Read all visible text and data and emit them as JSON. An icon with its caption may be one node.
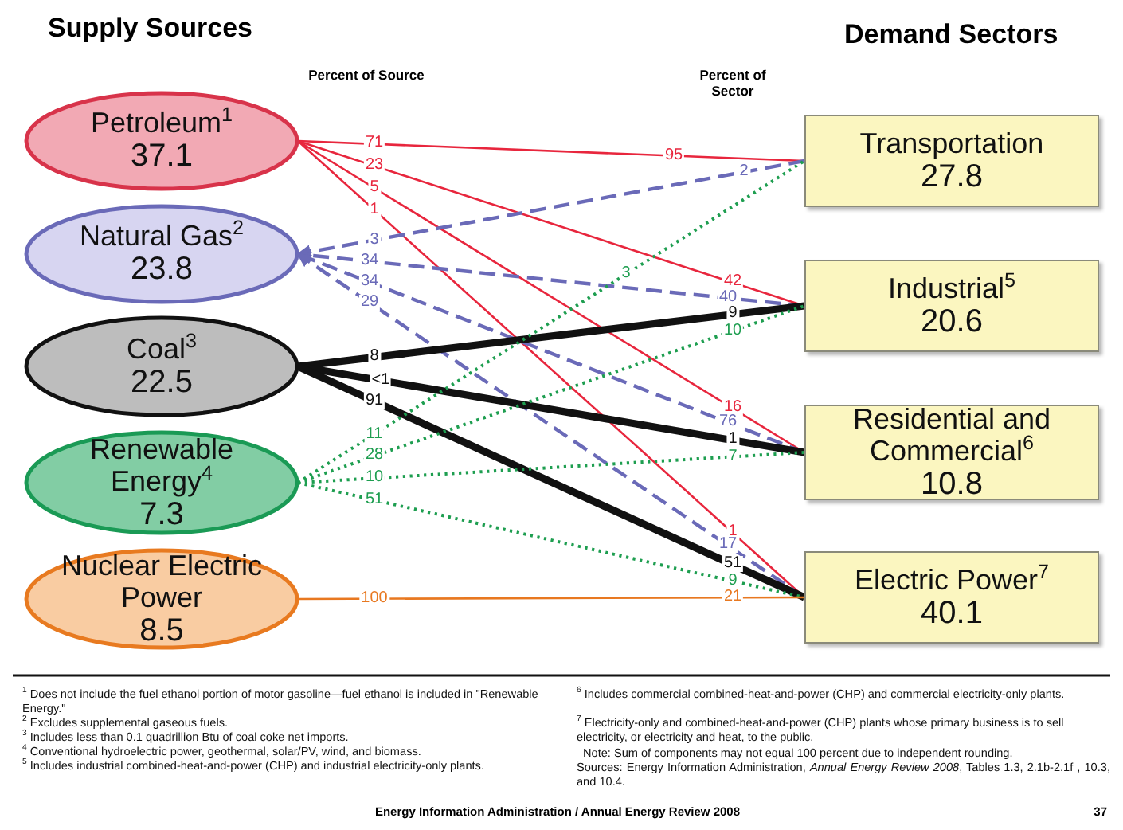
{
  "diagram": {
    "nodes": [
      {
        "text": [
          "Petroleum$^{1}$",
          "37.1"
        ]
      },
      {
        "text": [
          "Natural Gas$^{2}$",
          "23.8"
        ]
      },
      {
        "text": [
          "Coal$^{3}$",
          "22.5"
        ]
      },
      {
        "text": [
          "Renewable Energy$^{4}$",
          "7.3"
        ]
      },
      {
        "text": [
          "Nuclear Electric Power",
          "8.5"
        ]
      },
      {
        "text": [
          "Transportation",
          "27.8"
        ]
      },
      {
        "text": [
          "Industrial$^{5}$",
          "20.6"
        ]
      },
      {
        "text": [
          "Residential and Commercial$^{6}$",
          "10.8"
        ]
      },
      {
        "text": [
          "Electric Power$^{7}$",
          "40.1"
        ]
      }
    ],
    "edges": [
      {
        "from": 0,
        "to": 5,
        "arrow": "none",
        "label": "71",
        "color": "#e8263d"
      },
      {
        "from": 0,
        "to": 6,
        "arrow": "none",
        "label": "23",
        "color": "#e8263d"
      },
      {
        "from": 0,
        "to": 7,
        "arrow": "none",
        "label": "5",
        "color": "#e8263d"
      },
      {
        "from": 0,
        "to": 8,
        "arrow": "none",
        "label": "1",
        "color": "#e8263d"
      },
      {
        "from": 5,
        "to": 1,
        "arrow": "to",
        "label": "3",
        "style": "dashed",
        "color": "#6a6ab8"
      },
      {
        "from": 6,
        "to": 1,
        "arrow": "to",
        "label": "34",
        "style": "dashed",
        "color": "#6a6ab8"
      },
      {
        "from": 7,
        "to": 1,
        "arrow": "to",
        "label": "34",
        "style": "dashed",
        "color": "#6a6ab8"
      },
      {
        "from": 8,
        "to": 1,
        "arrow": "to",
        "label": "29",
        "style": "dashed",
        "color": "#6a6ab8"
      },
      {
        "from": 2,
        "to": 6,
        "arrow": "none",
        "label": "8",
        "style": "thick",
        "color": "#111111"
      },
      {
        "from": 2,
        "to": 7,
        "arrow": "none",
        "label": "<1",
        "style": "thick",
        "color": "#111111"
      },
      {
        "from": 2,
        "to": 8,
        "arrow": "none",
        "label": "91",
        "style": "thick",
        "color": "#111111"
      },
      {
        "from": 3,
        "to": 5,
        "arrow": "none",
        "label": "11",
        "style": "dashed",
        "color": "#1e9e50"
      },
      {
        "from": 3,
        "to": 6,
        "arrow": "none",
        "label": "28",
        "style": "dashed",
        "color": "#1e9e50"
      },
      {
        "from": 3,
        "to": 7,
        "arrow": "none",
        "label": "10",
        "style": "dashed",
        "color": "#1e9e50"
      },
      {
        "from": 3,
        "to": 8,
        "arrow": "none",
        "label": "51",
        "style": "dashed",
        "color": "#1e9e50"
      },
      {
        "from": 4,
        "to": 8,
        "arrow": "none",
        "label": "100",
        "color": "#e87820"
      }
    ],
    "labels": [
      "Supply Sources",
      "Demand Sectors",
      "Percent of Source",
      "Percent of Sector",
      "95",
      "2",
      "3",
      "42",
      "40",
      "9",
      "10",
      "16",
      "76",
      "1",
      "7",
      "1",
      "17",
      "51",
      "9",
      "21",
      "$^{1}$ Does not include the fuel ethanol portion of motor gasoline—fuel ethanol is included in \"Renewable Energy.\"",
      "$^{2}$ Excludes supplemental gaseous fuels.",
      "$^{3}$ Includes less than 0.1 quadrillion Btu of coal coke net imports.",
      "$^{4}$ Conventional hydroelectric power, geothermal, solar/PV, wind, and biomass.",
      "$^{5}$ Includes industrial combined-heat-and-power (CHP) and industrial electricity-only plants.",
      "$^{6}$ Includes commercial combined-heat-and-power (CHP) and commercial electricity-only plants.",
      "$^{7}$ Electricity-only and combined-heat-and-power (CHP) plants whose primary business is to sell electricity, or electricity and heat, to the public.",
      "Note: Sum of components may not equal 100 percent due to independent rounding.",
      "Sources: Energy Information Administration, *Annual Energy Review 2008*, Tables 1.3, 2.1b-2.1f , 10.3, and 10.4.",
      "Energy Information Administration / Annual Energy Review 2008",
      "37"
    ]
  }
}
